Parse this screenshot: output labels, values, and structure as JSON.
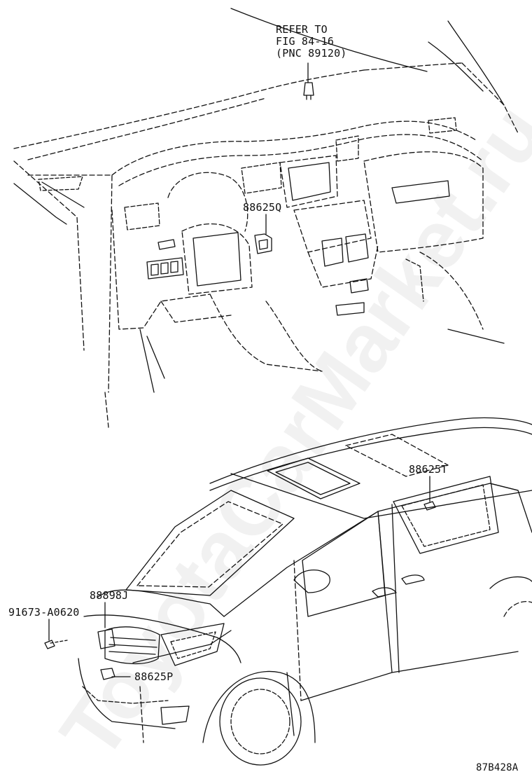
{
  "diagram": {
    "watermark": "ToyotaCarMarket.ru",
    "figure_code": "87B428A",
    "callouts": {
      "refer": [
        "REFER TO",
        "FIG 84-16",
        "(PNC 89120)"
      ],
      "part_q": "88625Q",
      "part_t": "88625T",
      "part_j": "88898J",
      "part_bolt": "91673-A0620",
      "part_p": "88625P"
    }
  }
}
